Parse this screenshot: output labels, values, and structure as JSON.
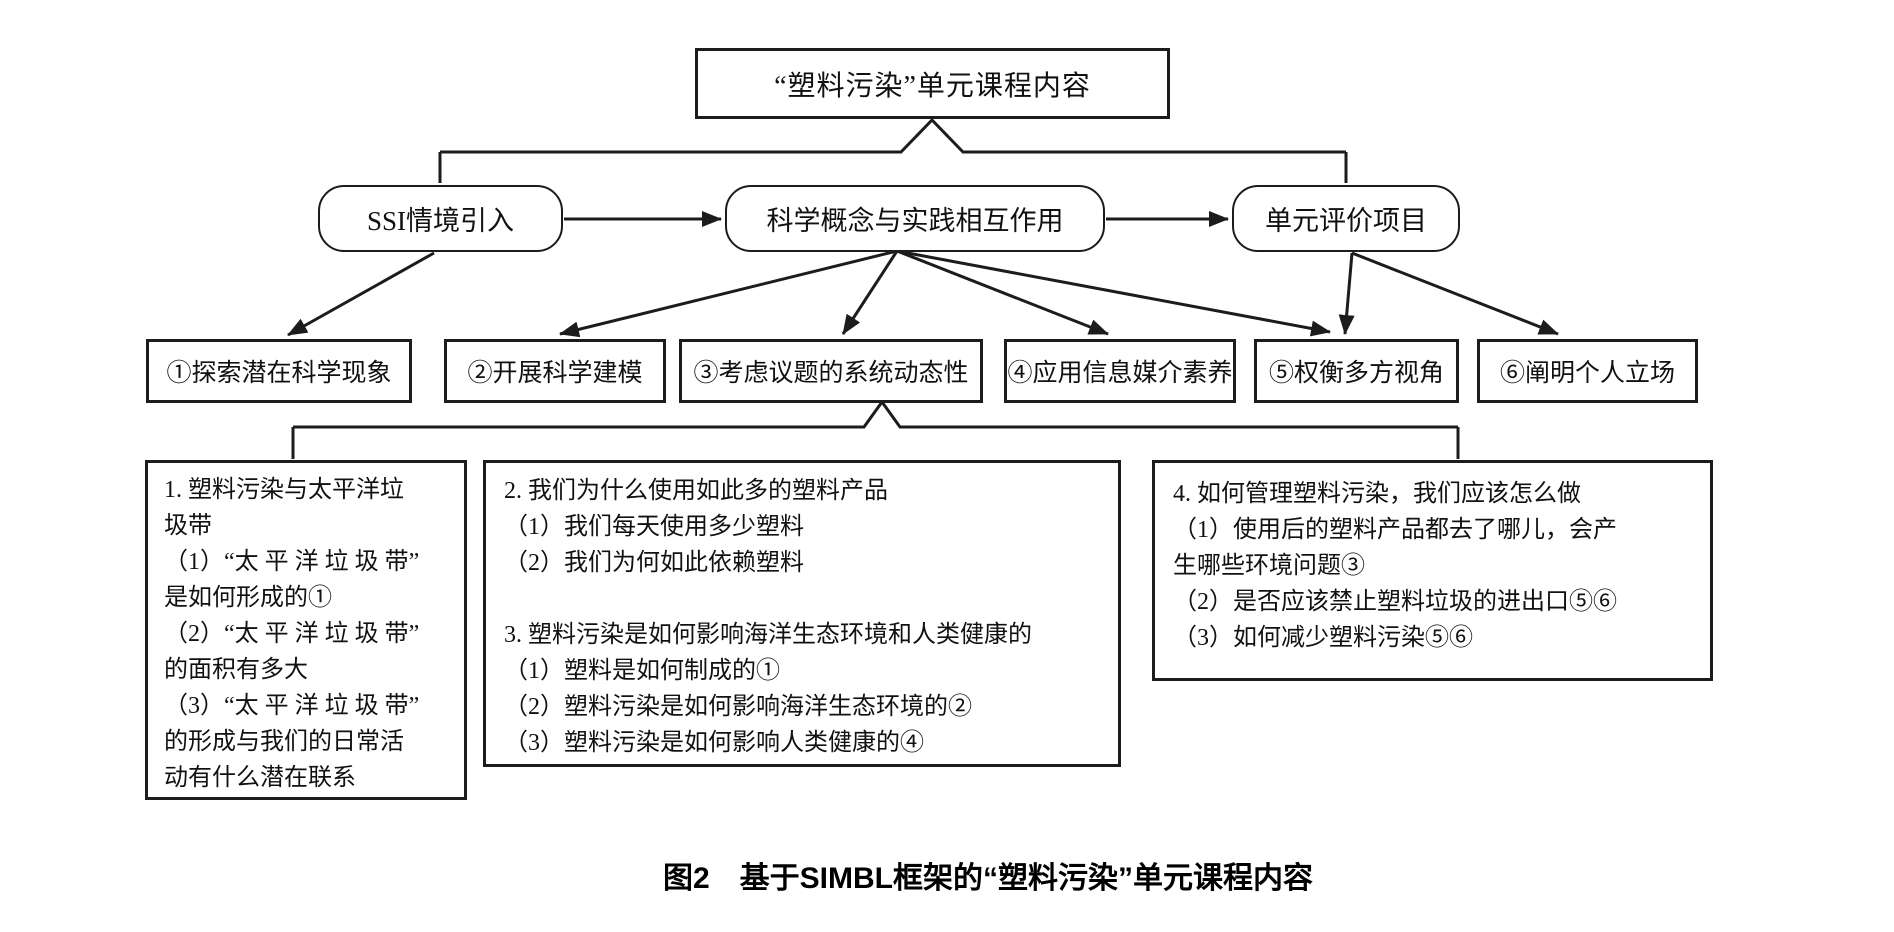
{
  "figure": {
    "title_box": "“塑料污染”单元课程内容",
    "caption": "图2　基于SIMBL框架的“塑料污染”单元课程内容"
  },
  "stage_boxes": [
    {
      "label": "SSI情境引入"
    },
    {
      "label": "科学概念与实践相互作用"
    },
    {
      "label": "单元评价项目"
    }
  ],
  "practice_boxes": [
    {
      "label": "①探索潜在科学现象"
    },
    {
      "label": "②开展科学建模"
    },
    {
      "label": "③考虑议题的系统动态性"
    },
    {
      "label": "④应用信息媒介素养"
    },
    {
      "label": "⑤权衡多方视角"
    },
    {
      "label": "⑥阐明个人立场"
    }
  ],
  "lesson_boxes": [
    {
      "lines": [
        "1. 塑料污染与太平洋垃",
        "圾带",
        "（1）“太 平 洋 垃 圾 带”",
        "是如何形成的①",
        "（2）“太 平 洋 垃 圾 带”",
        "的面积有多大",
        "（3）“太 平 洋 垃 圾 带”",
        "的形成与我们的日常活",
        "动有什么潜在联系"
      ]
    },
    {
      "lines": [
        "2. 我们为什么使用如此多的塑料产品",
        "（1）我们每天使用多少塑料",
        "（2）我们为何如此依赖塑料",
        "",
        "3. 塑料污染是如何影响海洋生态环境和人类健康的",
        "（1）塑料是如何制成的①",
        "（2）塑料污染是如何影响海洋生态环境的②",
        "（3）塑料污染是如何影响人类健康的④"
      ]
    },
    {
      "lines": [
        "4. 如何管理塑料污染，我们应该怎么做",
        "（1）使用后的塑料产品都去了哪儿，会产",
        "生哪些环境问题③",
        "（2）是否应该禁止塑料垃圾的进出口⑤⑥",
        "（3）如何减少塑料污染⑤⑥"
      ]
    }
  ],
  "colors": {
    "ink": "#1c1c1c",
    "background": "#ffffff"
  }
}
